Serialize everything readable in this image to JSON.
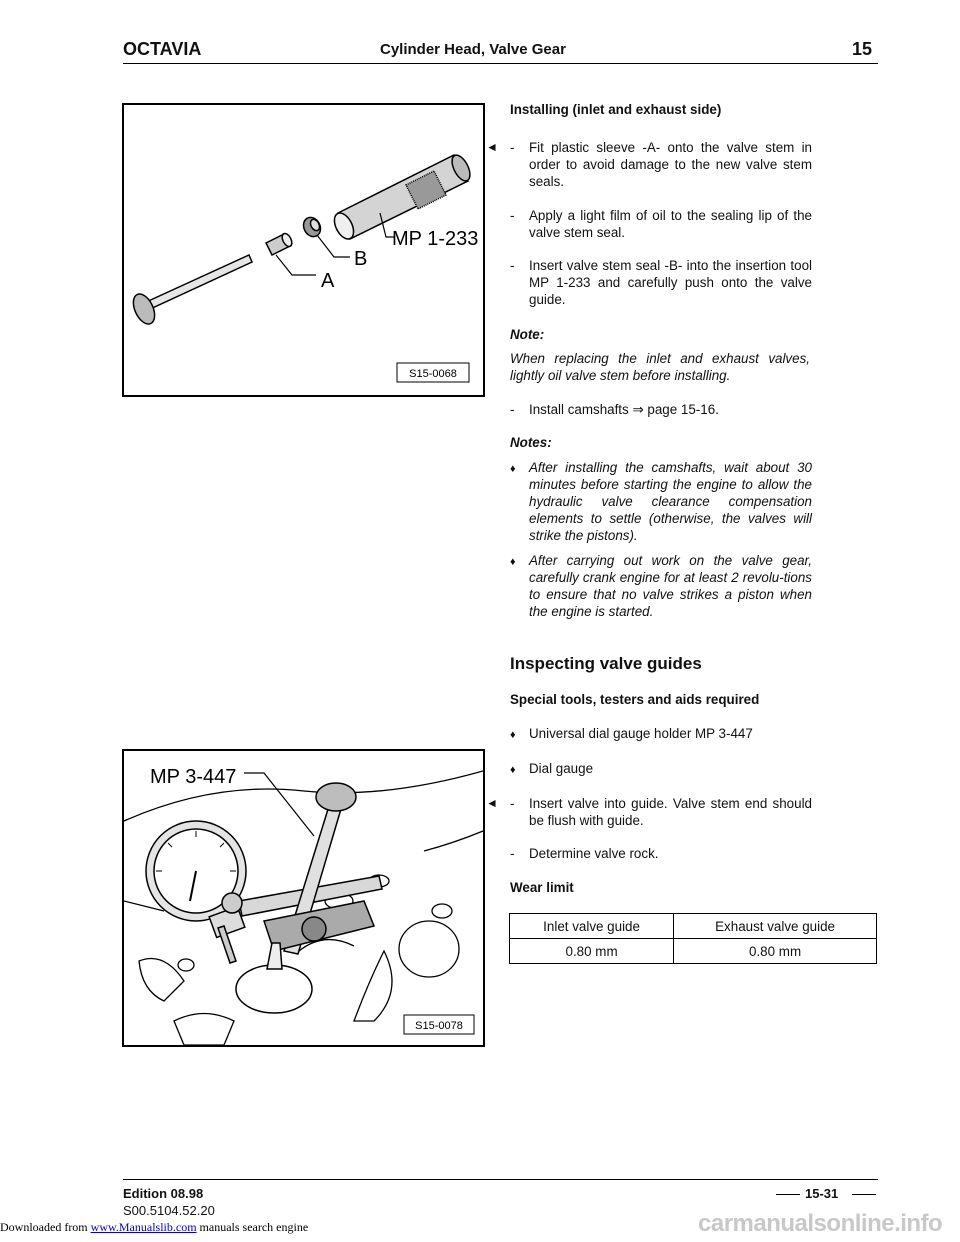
{
  "header": {
    "model": "OCTAVIA",
    "section": "Cylinder Head, Valve Gear",
    "group": "15"
  },
  "fig1": {
    "label_a": "A",
    "label_b": "B",
    "label_tool": "MP 1-233",
    "code": "S15-0068"
  },
  "fig2": {
    "label_tool": "MP 3-447",
    "code": "S15-0078"
  },
  "install": {
    "heading": "Installing (inlet and exhaust side)",
    "step1": "Fit plastic sleeve -A- onto the valve stem in order to avoid damage to the new valve stem seals.",
    "step2": "Apply a light film of oil to the sealing lip of the valve stem seal.",
    "step3": "Insert valve stem seal -B- into the insertion tool MP 1-233 and carefully push onto the valve guide.",
    "note_label": "Note:",
    "note_text": "When replacing the inlet and exhaust valves, lightly oil valve stem before installing.",
    "step4": "Install camshafts ⇒ page 15-16.",
    "notes_label": "Notes:",
    "note1": "After installing the camshafts, wait about 30 minutes before starting the engine to allow the hydraulic valve clearance compensation elements to settle (otherwise, the valves will strike the pistons).",
    "note2": "After carrying out work on the valve gear, carefully crank engine for at least 2 revolu-tions to ensure that no valve strikes a piston when the engine is started."
  },
  "inspect": {
    "heading": "Inspecting valve guides",
    "tools_label": "Special tools, testers and aids required",
    "tool1": "Universal dial gauge holder MP 3-447",
    "tool2": "Dial gauge",
    "step1": "Insert valve into guide. Valve stem end should be flush with guide.",
    "step2": "Determine valve rock.",
    "wear_label": "Wear limit",
    "table": {
      "headers": [
        "Inlet valve guide",
        "Exhaust valve guide"
      ],
      "values": [
        "0.80 mm",
        "0.80 mm"
      ]
    }
  },
  "footer": {
    "edition": "Edition 08.98",
    "code": "S00.5104.52.20",
    "page": "15-31"
  },
  "download": {
    "prefix": "Downloaded from ",
    "link": "www.Manualslib.com",
    "suffix": "  manuals search engine"
  },
  "watermark": "carmanualsonline.info",
  "symbols": {
    "dash": "-",
    "bullet": "♦",
    "arrow": "◄"
  }
}
